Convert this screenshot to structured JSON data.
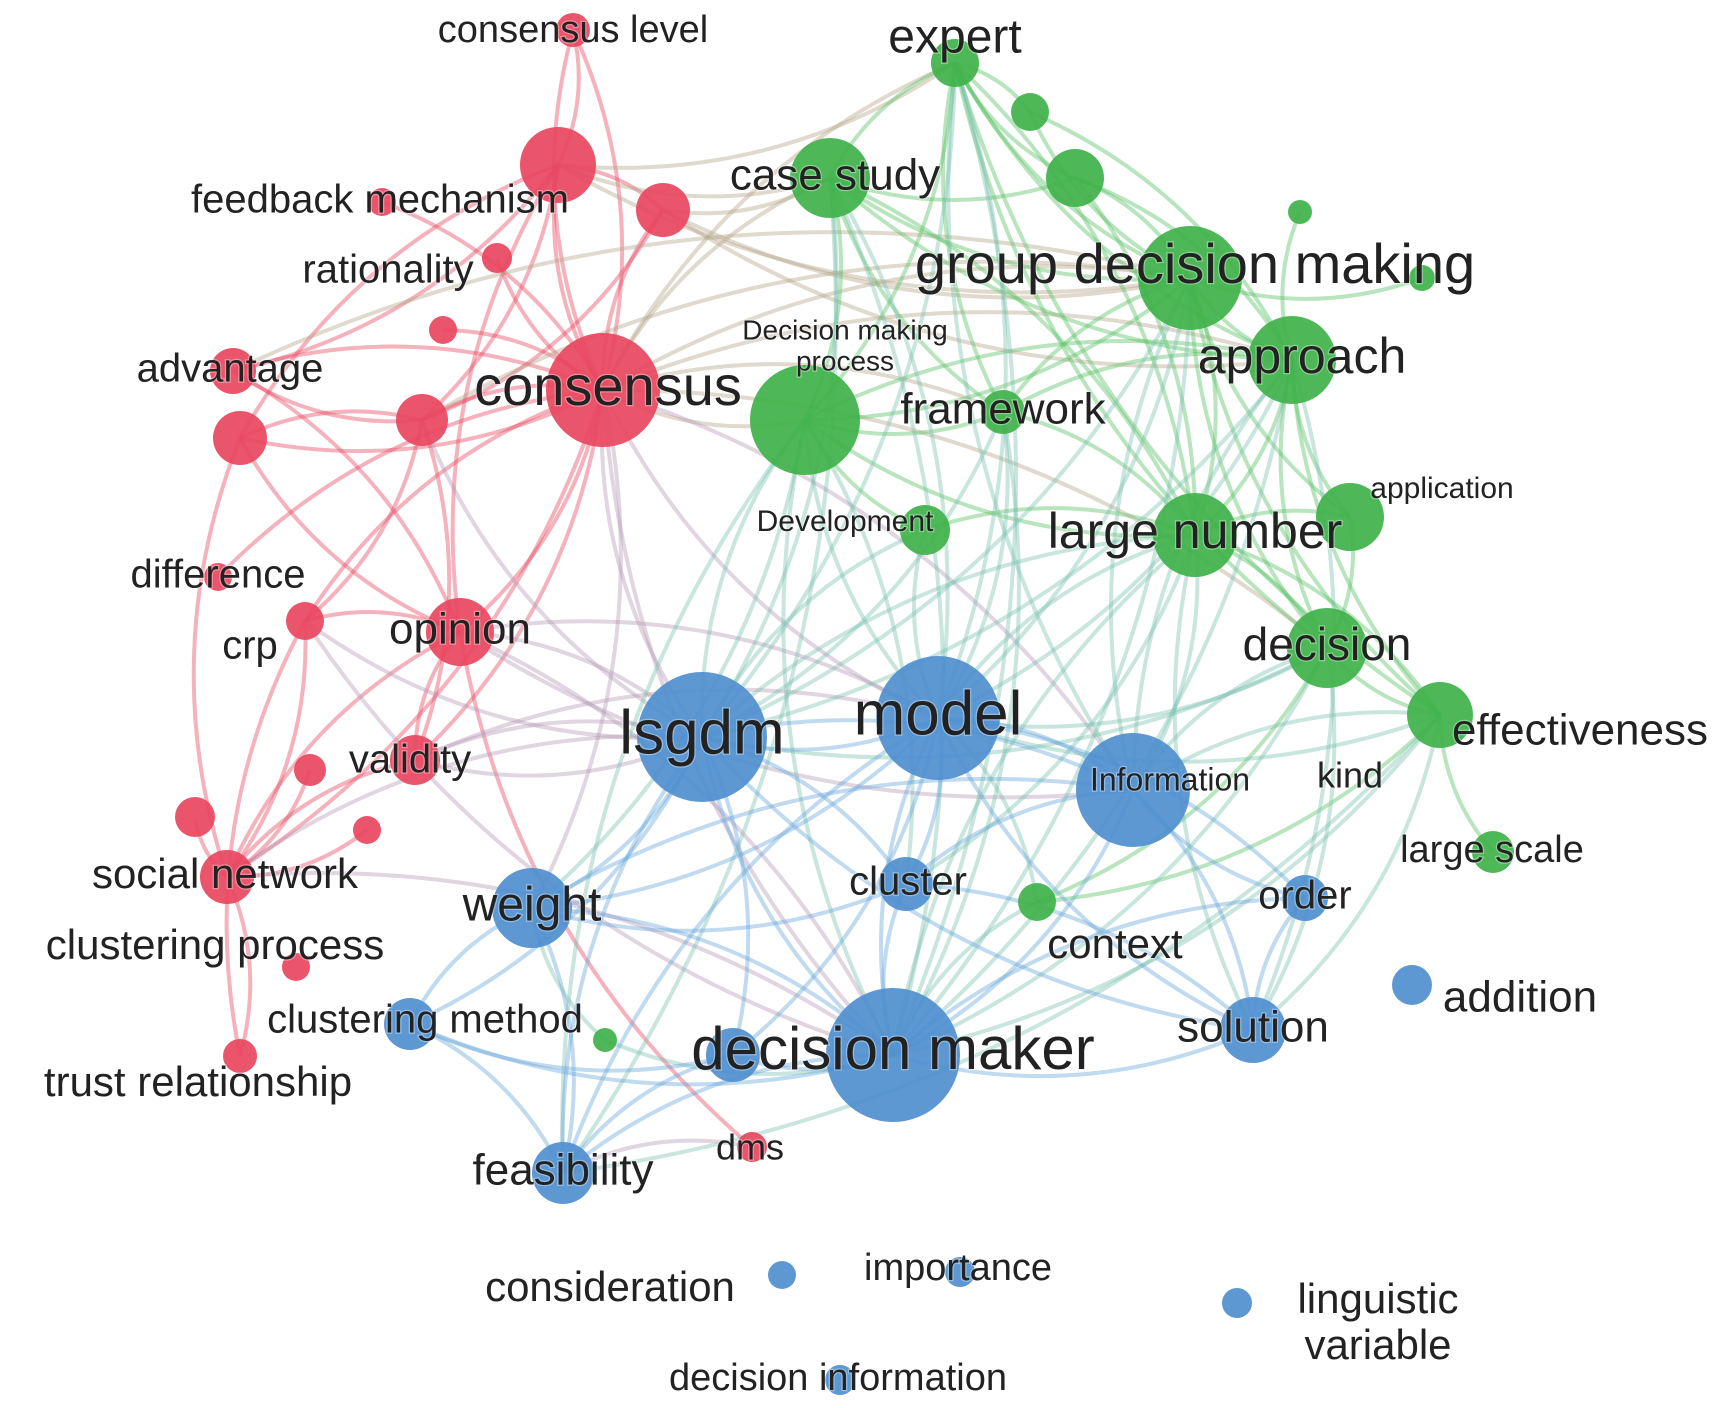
{
  "clusters": {
    "red": "#e8475f",
    "green": "#3fb24a",
    "blue": "#4f8fcf"
  },
  "edge_colors": {
    "red": "#e8475f",
    "green": "#57c063",
    "blue": "#6aa7dc",
    "mixed": "#b6a487"
  },
  "nodes": [
    {
      "id": "expert",
      "label": "expert",
      "cluster": "green"
    },
    {
      "id": "case_study",
      "label": "case study",
      "cluster": "green"
    },
    {
      "id": "green_small_1",
      "label": "",
      "cluster": "green"
    },
    {
      "id": "green_small_2",
      "label": "",
      "cluster": "green"
    },
    {
      "id": "green_small_3",
      "label": "",
      "cluster": "green"
    },
    {
      "id": "green_small_4",
      "label": "",
      "cluster": "green"
    },
    {
      "id": "gdm",
      "label": "group decision making",
      "cluster": "green"
    },
    {
      "id": "approach",
      "label": "approach",
      "cluster": "green"
    },
    {
      "id": "dmp",
      "label": "Decision making\nprocess",
      "cluster": "green"
    },
    {
      "id": "framework",
      "label": "framework",
      "cluster": "green"
    },
    {
      "id": "development",
      "label": "Development",
      "cluster": "green"
    },
    {
      "id": "large_number",
      "label": "large number",
      "cluster": "green"
    },
    {
      "id": "application",
      "label": "application",
      "cluster": "green"
    },
    {
      "id": "decision",
      "label": "decision",
      "cluster": "green"
    },
    {
      "id": "effectiveness",
      "label": "effectiveness",
      "cluster": "green"
    },
    {
      "id": "kind",
      "label": "kind",
      "cluster": "green"
    },
    {
      "id": "large_scale",
      "label": "large scale",
      "cluster": "green"
    },
    {
      "id": "context",
      "label": "context",
      "cluster": "green"
    },
    {
      "id": "green_small_5",
      "label": "",
      "cluster": "green"
    },
    {
      "id": "consensus_level",
      "label": "consensus level",
      "cluster": "red"
    },
    {
      "id": "red_big",
      "label": "",
      "cluster": "red"
    },
    {
      "id": "red_mid",
      "label": "",
      "cluster": "red"
    },
    {
      "id": "feedback",
      "label": "feedback mechanism",
      "cluster": "red"
    },
    {
      "id": "rationality",
      "label": "rationality",
      "cluster": "red"
    },
    {
      "id": "red_small_1",
      "label": "",
      "cluster": "red"
    },
    {
      "id": "advantage",
      "label": "advantage",
      "cluster": "red"
    },
    {
      "id": "red_small_2",
      "label": "",
      "cluster": "red"
    },
    {
      "id": "red_small_3",
      "label": "",
      "cluster": "red"
    },
    {
      "id": "consensus",
      "label": "consensus",
      "cluster": "red"
    },
    {
      "id": "difference",
      "label": "difference",
      "cluster": "red"
    },
    {
      "id": "crp",
      "label": "crp",
      "cluster": "red"
    },
    {
      "id": "opinion",
      "label": "opinion",
      "cluster": "red"
    },
    {
      "id": "validity",
      "label": "validity",
      "cluster": "red"
    },
    {
      "id": "red_small_4",
      "label": "",
      "cluster": "red"
    },
    {
      "id": "red_small_5",
      "label": "",
      "cluster": "red"
    },
    {
      "id": "red_small_6",
      "label": "",
      "cluster": "red"
    },
    {
      "id": "social_network",
      "label": "social network",
      "cluster": "red"
    },
    {
      "id": "clustering_process",
      "label": "clustering process",
      "cluster": "red"
    },
    {
      "id": "trust_relationship",
      "label": "trust relationship",
      "cluster": "red"
    },
    {
      "id": "dms",
      "label": "dms",
      "cluster": "red"
    },
    {
      "id": "lsgdm",
      "label": "lsgdm",
      "cluster": "blue"
    },
    {
      "id": "model",
      "label": "model",
      "cluster": "blue"
    },
    {
      "id": "information",
      "label": "Information",
      "cluster": "blue"
    },
    {
      "id": "weight",
      "label": "weight",
      "cluster": "blue"
    },
    {
      "id": "cluster",
      "label": "cluster",
      "cluster": "blue"
    },
    {
      "id": "order",
      "label": "order",
      "cluster": "blue"
    },
    {
      "id": "addition",
      "label": "addition",
      "cluster": "blue"
    },
    {
      "id": "clustering_method",
      "label": "clustering method",
      "cluster": "blue"
    },
    {
      "id": "decision_maker",
      "label": "decision maker",
      "cluster": "blue"
    },
    {
      "id": "solution",
      "label": "solution",
      "cluster": "blue"
    },
    {
      "id": "blue_small_1",
      "label": "",
      "cluster": "blue"
    },
    {
      "id": "feasibility",
      "label": "feasibility",
      "cluster": "blue"
    },
    {
      "id": "consideration",
      "label": "consideration",
      "cluster": "blue"
    },
    {
      "id": "importance",
      "label": "importance",
      "cluster": "blue"
    },
    {
      "id": "linguistic_variable",
      "label": "linguistic\nvariable",
      "cluster": "blue"
    },
    {
      "id": "decision_information",
      "label": "decision information",
      "cluster": "blue"
    }
  ]
}
